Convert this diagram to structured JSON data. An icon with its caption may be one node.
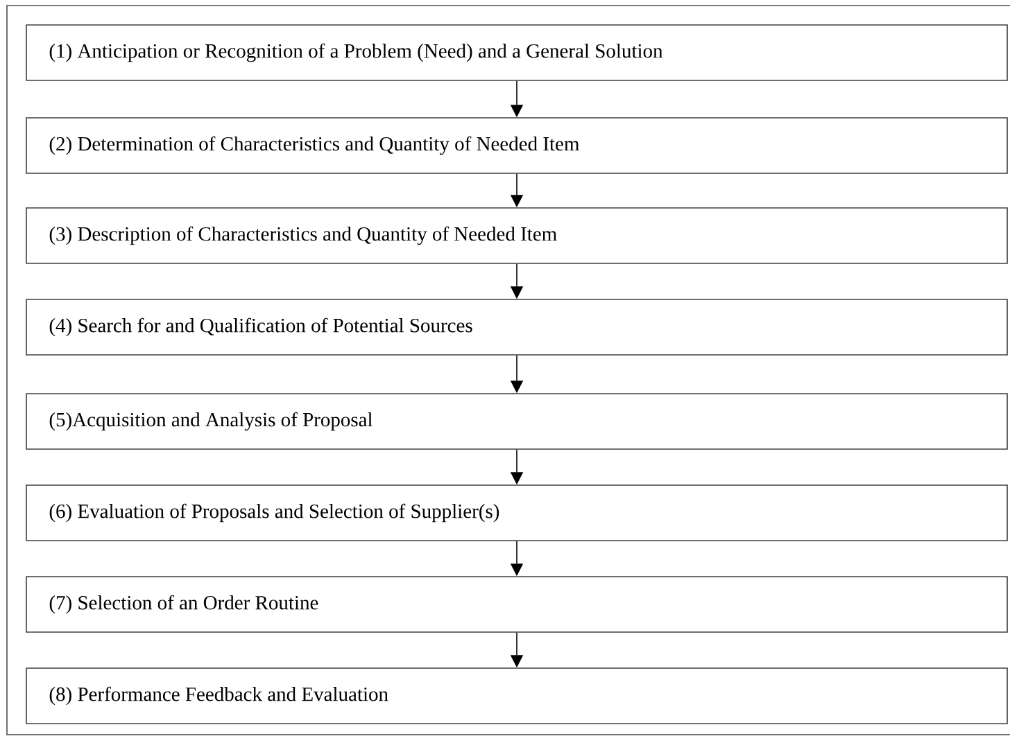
{
  "diagram": {
    "nodes": [
      {
        "text": [
          "(1) Anticipation or Recognition of a Problem (Need) and a General Solution"
        ]
      },
      {
        "text": [
          "(2) Determination of Characteristics and Quantity of Needed Item"
        ]
      },
      {
        "text": [
          "(3) Description of Characteristics and Quantity of Needed Item"
        ]
      },
      {
        "text": [
          "(4) Search for and Qualification of Potential Sources"
        ]
      },
      {
        "text": [
          "(5)Acquisition and Analysis of Proposal"
        ]
      },
      {
        "text": [
          "(6) Evaluation of Proposals and Selection of Supplier(s)"
        ]
      },
      {
        "text": [
          "(7) Selection of an Order Routine"
        ]
      },
      {
        "text": [
          "(8) Performance Feedback and Evaluation"
        ]
      }
    ],
    "edges": [
      {
        "from": 0,
        "to": 1,
        "arrow": "to"
      },
      {
        "from": 1,
        "to": 2,
        "arrow": "to"
      },
      {
        "from": 2,
        "to": 3,
        "arrow": "to"
      },
      {
        "from": 3,
        "to": 4,
        "arrow": "to"
      },
      {
        "from": 4,
        "to": 5,
        "arrow": "to"
      },
      {
        "from": 5,
        "to": 6,
        "arrow": "to"
      },
      {
        "from": 6,
        "to": 7,
        "arrow": "to"
      }
    ]
  }
}
